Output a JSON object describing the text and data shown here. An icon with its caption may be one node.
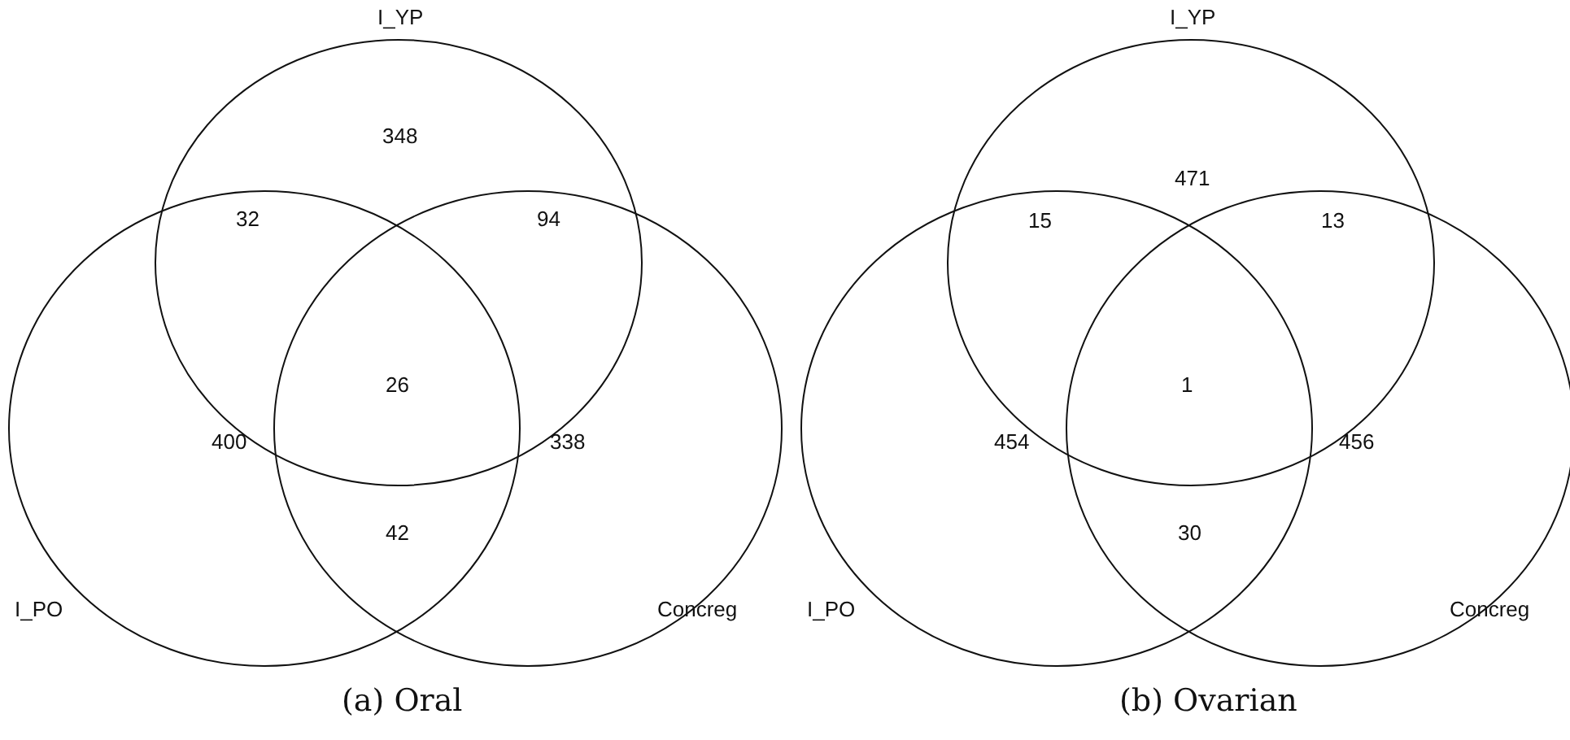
{
  "diagram": {
    "nodes": [
      {
        "text": [
          "I_YP"
        ]
      },
      {
        "text": [
          "I_PO"
        ]
      },
      {
        "text": [
          "Concreg"
        ]
      },
      {
        "text": [
          "I_YP"
        ]
      },
      {
        "text": [
          "I_PO"
        ]
      },
      {
        "text": [
          "Concreg"
        ]
      }
    ],
    "labels": [
      "348",
      "32",
      "94",
      "26",
      "400",
      "338",
      "42",
      "(a) Oral",
      "471",
      "15",
      "13",
      "1",
      "454",
      "456",
      "30",
      "(b) Ovarian"
    ]
  }
}
